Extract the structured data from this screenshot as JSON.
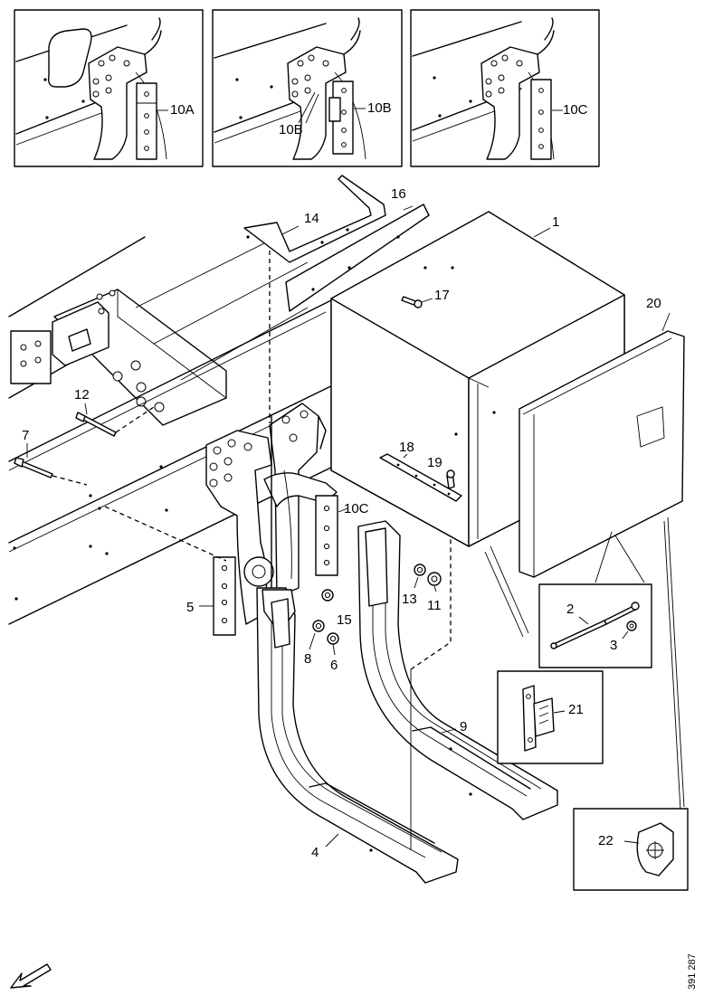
{
  "callouts": {
    "c1": "1",
    "c2": "2",
    "c3": "3",
    "c4": "4",
    "c5": "5",
    "c6": "6",
    "c7": "7",
    "c8": "8",
    "c9": "9",
    "c10a": "10A",
    "c10b": "10B",
    "c10b_2": "10B",
    "c10c": "10C",
    "c10c_2": "10C",
    "c11": "11",
    "c12": "12",
    "c13": "13",
    "c14": "14",
    "c15": "15",
    "c16": "16",
    "c17": "17",
    "c18": "18",
    "c19": "19",
    "c20": "20",
    "c21": "21",
    "c22": "22"
  },
  "doc_number": "391 287",
  "icons": {
    "orientation": "direction-arrow-icon"
  },
  "colors": {
    "line": "#000000",
    "background": "#ffffff"
  }
}
